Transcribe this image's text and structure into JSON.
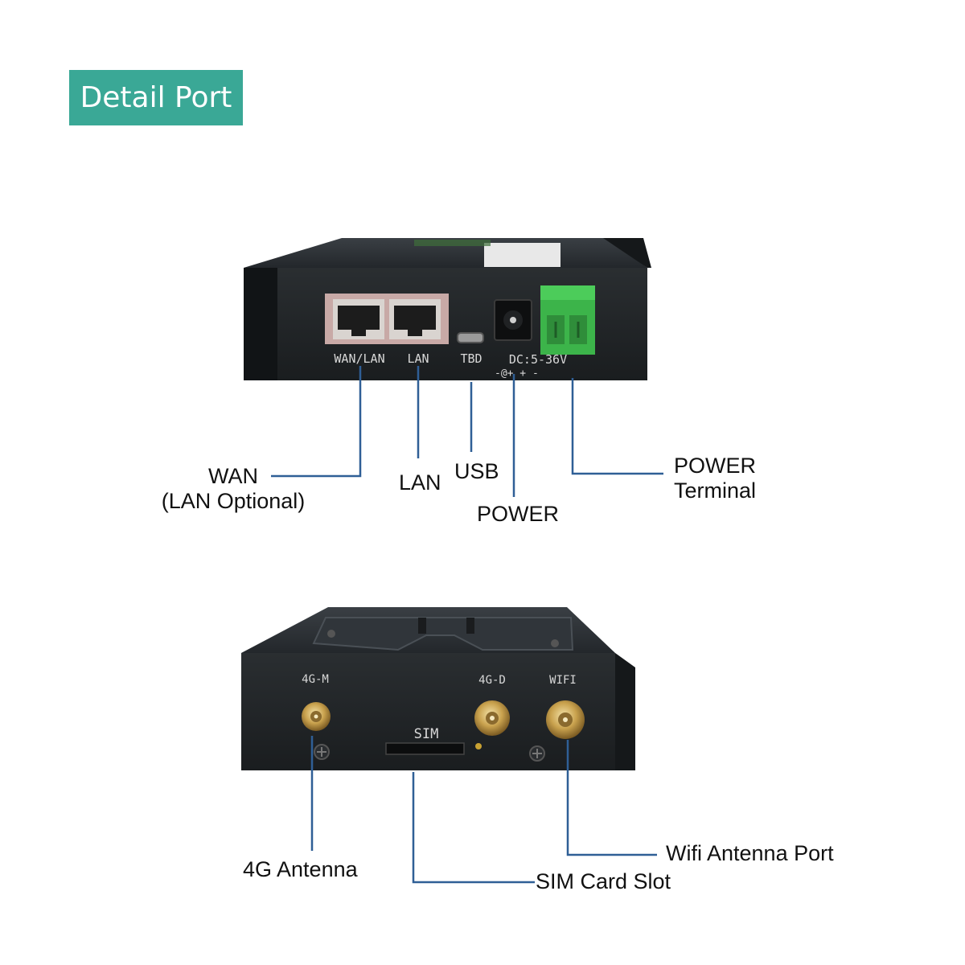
{
  "header": {
    "title": "Detail Port",
    "accent_color": "#3aa896"
  },
  "colors": {
    "leader_line": "#2f5f96",
    "device_body": "#1f2326",
    "terminal_green": "#3cb44a"
  },
  "top_device": {
    "port_labels": {
      "wan_lan": "WAN/LAN",
      "lan": "LAN",
      "tbd": "TBD",
      "dc": "DC:5-36V"
    },
    "callouts": {
      "wan": [
        "WAN",
        "(LAN Optional)"
      ],
      "lan": "LAN",
      "usb": "USB",
      "power": "POWER",
      "power_terminal": [
        "POWER",
        "Terminal"
      ]
    }
  },
  "bottom_device": {
    "port_labels": {
      "antenna_m": "4G-M",
      "antenna_d": "4G-D",
      "wifi": "WIFI",
      "sim": "SIM"
    },
    "callouts": {
      "antenna_4g": "4G Antenna",
      "sim_slot": "SIM Card Slot",
      "wifi_port": "Wifi Antenna Port"
    }
  }
}
